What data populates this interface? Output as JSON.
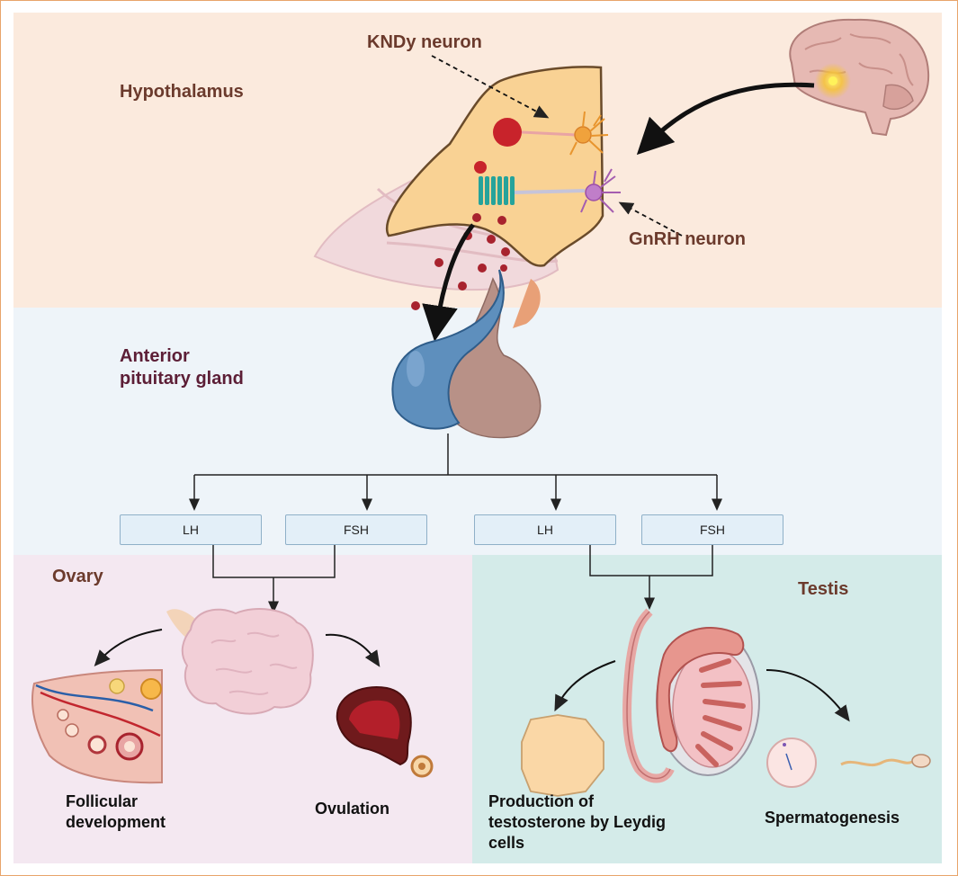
{
  "regions": {
    "hypothalamus": "Hypothalamus",
    "pituitary_line1": "Anterior",
    "pituitary_line2": "pituitary gland",
    "ovary": "Ovary",
    "testis": "Testis"
  },
  "neurons": {
    "kndy": "KNDy neuron",
    "gnrh": "GnRH neuron"
  },
  "hormones": {
    "female_lh": "LH",
    "female_fsh": "FSH",
    "male_lh": "LH",
    "male_fsh": "FSH"
  },
  "outcomes": {
    "follicular_line1": "Follicular",
    "follicular_line2": "development",
    "ovulation": "Ovulation",
    "testosterone_line1": "Production of",
    "testosterone_line2": "testosterone by Leydig",
    "testosterone_line3": "cells",
    "spermatogenesis": "Spermatogenesis"
  },
  "colors": {
    "hypothalamus_bg": "#fbeadd",
    "pituitary_bg": "#eef4f9",
    "ovary_bg": "#f4e8f1",
    "testis_bg": "#d4ebe9",
    "hormone_box": "#e3eff8",
    "label_brown": "#6b3a2c"
  }
}
